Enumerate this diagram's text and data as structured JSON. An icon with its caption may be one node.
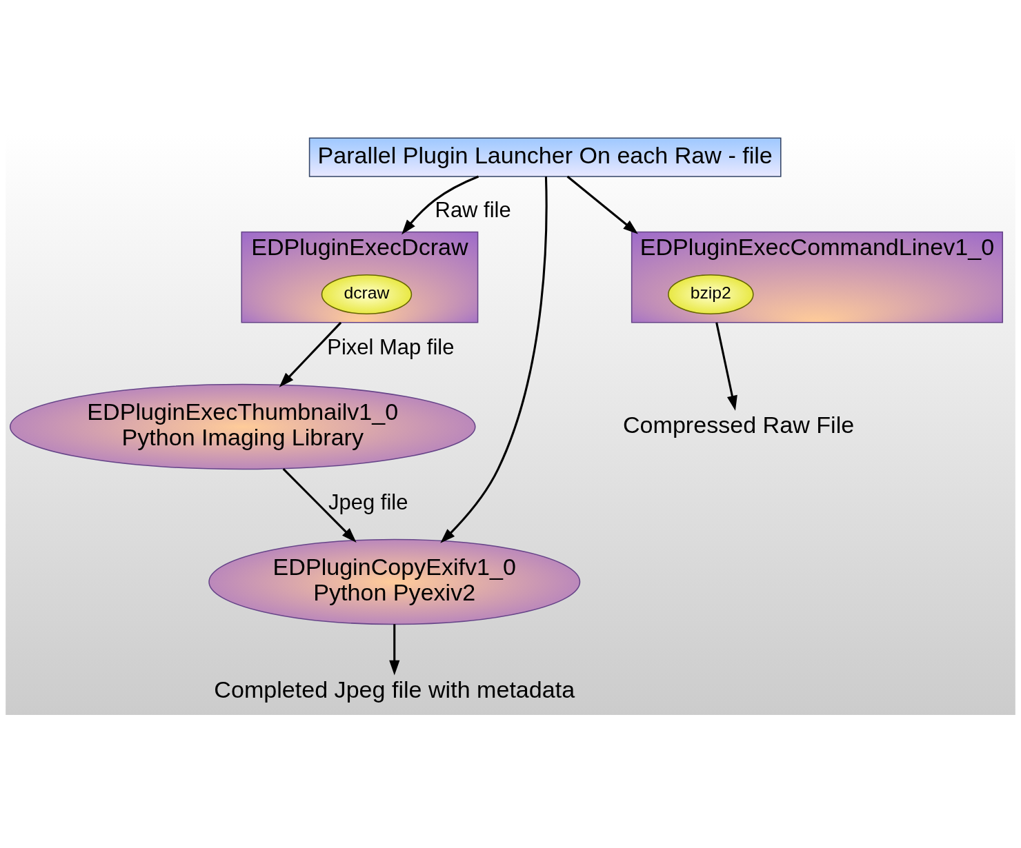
{
  "diagram": {
    "nodes": [
      {
        "text": [
          "Parallel Plugin Launcher On each Raw - file"
        ]
      },
      {
        "text": [
          "EDPluginExecDcraw"
        ]
      },
      {
        "text": [
          "dcraw"
        ],
        "in": 1
      },
      {
        "text": [
          "EDPluginExecThumbnailv1_0",
          "Python Imaging Library"
        ]
      },
      {
        "text": [
          "EDPluginCopyExifv1_0",
          "Python Pyexiv2"
        ]
      },
      {
        "text": [
          "EDPluginExecCommandLinev1_0"
        ]
      },
      {
        "text": [
          "bzip2"
        ],
        "in": 5
      },
      {
        "text": [
          "Completed Jpeg file with metadata"
        ]
      },
      {
        "text": [
          "Compressed Raw File"
        ]
      }
    ],
    "edges": [
      {
        "from": 0,
        "to": 1,
        "arrow": "to",
        "label": "Raw file"
      },
      {
        "from": 0,
        "to": 4,
        "arrow": "to"
      },
      {
        "from": 0,
        "to": 5,
        "arrow": "to"
      },
      {
        "from": 1,
        "to": 3,
        "arrow": "to",
        "label": "Pixel Map file"
      },
      {
        "from": 3,
        "to": 4,
        "arrow": "to",
        "label": "Jpeg file"
      },
      {
        "from": 4,
        "to": 7,
        "arrow": "to"
      },
      {
        "from": 5,
        "to": 8,
        "arrow": "to"
      }
    ]
  }
}
